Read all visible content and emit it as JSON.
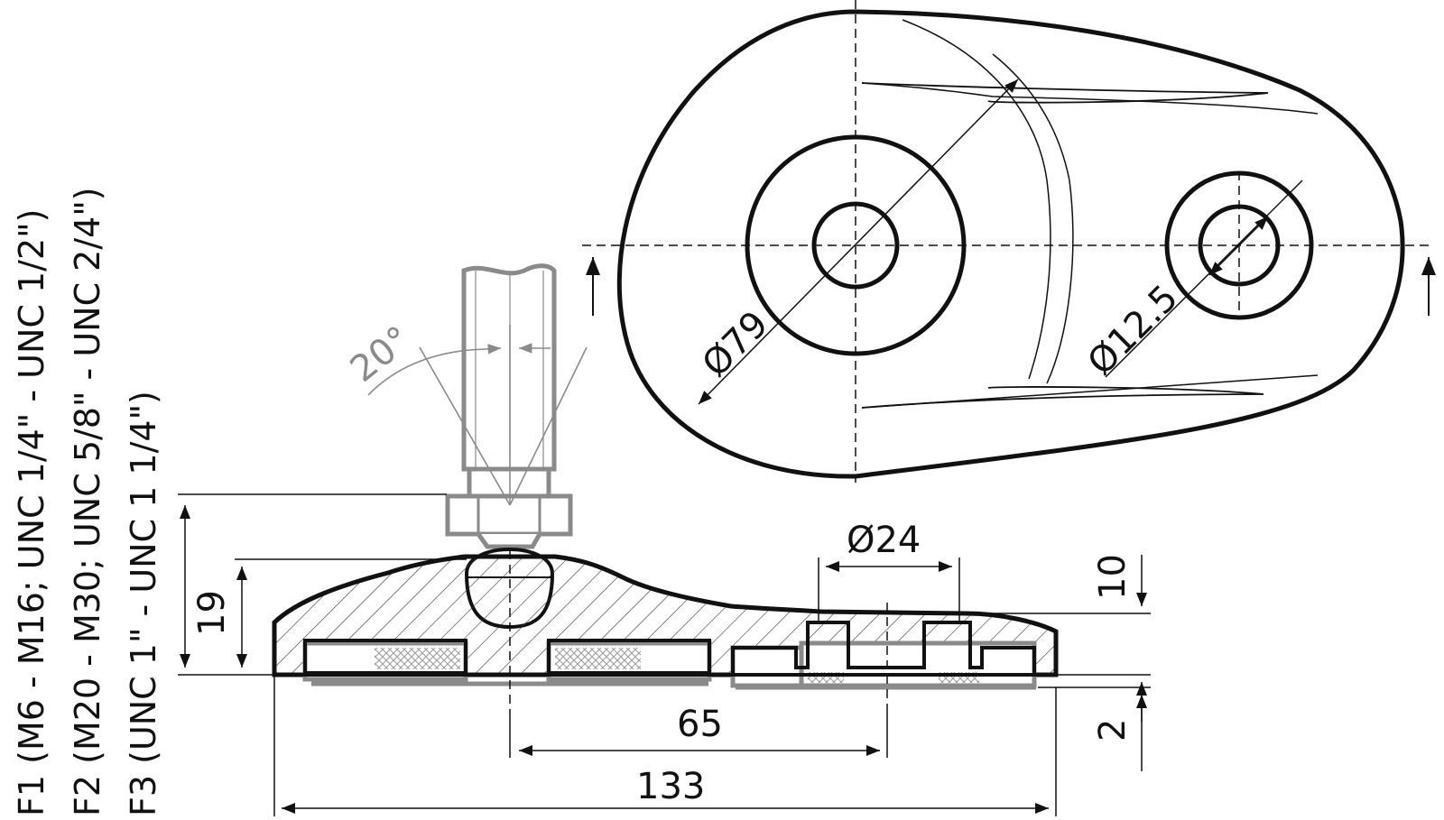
{
  "labels": {
    "f1": "F1 (M6 - M16; UNC 1/4\" - UNC 1/2\")",
    "f2": "F2 (M20 - M30; UNC 5/8\" - UNC 2/4\")",
    "f3": "F3 (UNC 1\" - UNC 1 1/4\")"
  },
  "dimensions": {
    "d79": "Ø79",
    "d12_5": "Ø12.5",
    "d24": "Ø24",
    "h19": "19",
    "h10": "10",
    "h2": "2",
    "l65": "65",
    "l133": "133",
    "angle": "20°"
  },
  "colors": {
    "line": "#111111",
    "grey": "#8a8a8a",
    "hatch": "#333333"
  }
}
